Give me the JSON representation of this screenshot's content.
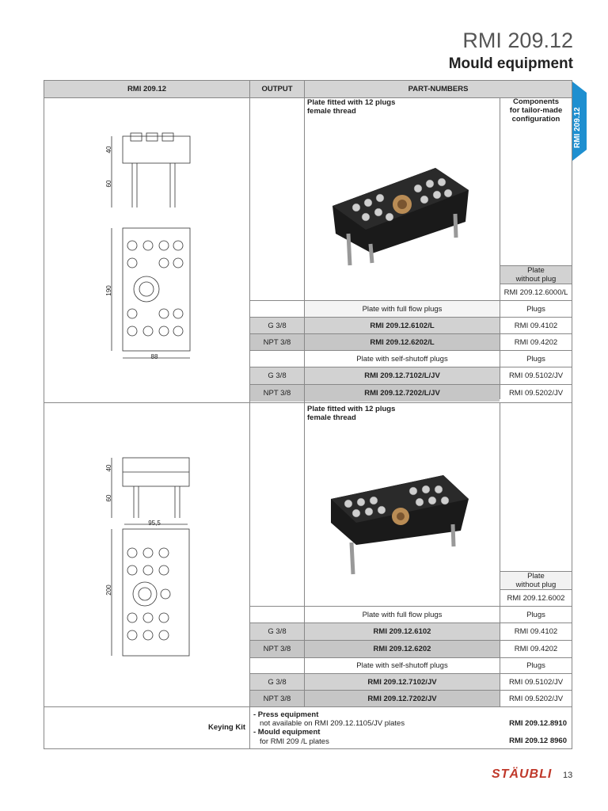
{
  "header": {
    "title": "RMI 209.12",
    "subtitle": "Mould equipment",
    "side_tab": "RMI 209.12"
  },
  "table": {
    "col_model": "RMI 209.12",
    "col_output": "OUTPUT",
    "col_parts": "PART-NUMBERS",
    "components_note": "Components\nfor tailor-made\nconfiguration",
    "block1": {
      "heading": "Plate fitted with 12 plugs\nfemale thread",
      "plate_without_plug": "Plate\nwithout plug",
      "plate_without_plug_ref": "RMI 209.12.6000/L",
      "full_flow": "Plate with full flow plugs",
      "plugs_label": "Plugs",
      "rows_full": [
        {
          "output": "G 3/8",
          "part": "RMI 209.12.6102/L",
          "plug": "RMI 09.4102"
        },
        {
          "output": "NPT 3/8",
          "part": "RMI 209.12.6202/L",
          "plug": "RMI 09.4202"
        }
      ],
      "self_shutoff": "Plate with self-shutoff plugs",
      "rows_self": [
        {
          "output": "G 3/8",
          "part": "RMI 209.12.7102/L/JV",
          "plug": "RMI 09.5102/JV"
        },
        {
          "output": "NPT 3/8",
          "part": "RMI 209.12.7202/L/JV",
          "plug": "RMI 09.5202/JV"
        }
      ],
      "dims": {
        "h1": "40",
        "h2": "60",
        "h3": "190",
        "w": "88"
      }
    },
    "block2": {
      "heading": "Plate fitted with 12 plugs\nfemale thread",
      "plate_without_plug": "Plate\nwithout plug",
      "plate_without_plug_ref": "RMI 209.12.6002",
      "full_flow": "Plate with full flow plugs",
      "plugs_label": "Plugs",
      "rows_full": [
        {
          "output": "G 3/8",
          "part": "RMI 209.12.6102",
          "plug": "RMI 09.4102"
        },
        {
          "output": "NPT 3/8",
          "part": "RMI 209.12.6202",
          "plug": "RMI 09.4202"
        }
      ],
      "self_shutoff": "Plate with self-shutoff plugs",
      "rows_self": [
        {
          "output": "G 3/8",
          "part": "RMI 209.12.7102/JV",
          "plug": "RMI 09.5102/JV"
        },
        {
          "output": "NPT 3/8",
          "part": "RMI 209.12.7202/JV",
          "plug": "RMI 09.5202/JV"
        }
      ],
      "dims": {
        "h1": "40",
        "h2": "60",
        "w": "95,5",
        "h3": "200"
      }
    },
    "keying": {
      "label": "Keying Kit",
      "press_title": "- Press equipment",
      "press_note": "not available on RMI 209.12.1105/JV plates",
      "press_ref": "RMI 209.12.8910",
      "mould_title": "- Mould equipment",
      "mould_note": "for RMI 209 /L plates",
      "mould_ref": "RMI 209.12 8960"
    }
  },
  "footer": {
    "brand": "STÄUBLI",
    "page": "13"
  }
}
